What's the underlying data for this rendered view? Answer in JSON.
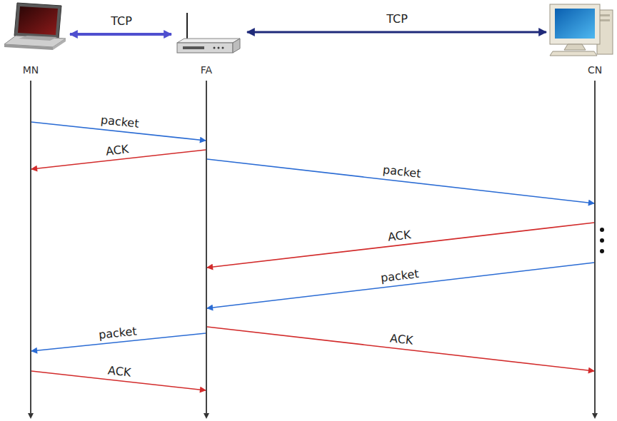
{
  "diagram": {
    "nodes": [
      {
        "text": [
          "MN"
        ]
      },
      {
        "text": [
          "FA"
        ]
      },
      {
        "text": [
          "CN"
        ]
      }
    ],
    "edges": [
      {
        "from": 0,
        "to": 1,
        "label": "packet",
        "arrow": "to"
      },
      {
        "from": 1,
        "to": 0,
        "label": "ACK",
        "arrow": "to"
      },
      {
        "from": 1,
        "to": 2,
        "label": "packet",
        "arrow": "to"
      },
      {
        "from": 2,
        "to": 1,
        "label": "ACK",
        "arrow": "to"
      },
      {
        "from": 2,
        "to": 1,
        "label": "packet",
        "arrow": "to"
      },
      {
        "from": 1,
        "to": 0,
        "label": "packet",
        "arrow": "to"
      },
      {
        "from": 1,
        "to": 2,
        "label": "ACK",
        "arrow": "to"
      },
      {
        "from": 0,
        "to": 1,
        "label": "ACK",
        "arrow": "to"
      }
    ],
    "labels": [
      "TCP",
      "TCP"
    ]
  }
}
